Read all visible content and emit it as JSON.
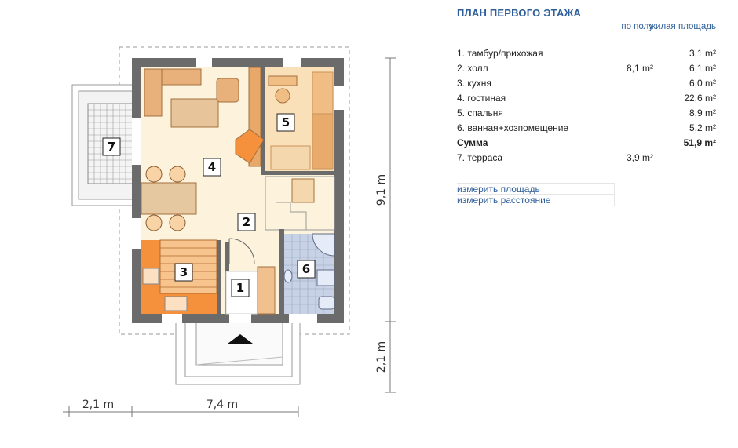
{
  "plan": {
    "dimensions": {
      "width_left": "2,1 m",
      "width_main": "7,4 m",
      "height_main": "9,1 m",
      "height_lower": "2,1 m"
    },
    "room_numbers": [
      "1",
      "2",
      "3",
      "4",
      "5",
      "6",
      "7"
    ],
    "colors": {
      "wall": "#6b6b6b",
      "light": "#fdf3dc",
      "beige": "#e8c9a0",
      "orange": "#f5903c",
      "tile": "#c8d2e6",
      "furniture": "#e4a96e",
      "entrance": "#111111"
    }
  },
  "table": {
    "title": "ПЛАН ПЕРВОГО ЭТАЖА",
    "col_floor": "по полу",
    "col_living": "жилая площадь",
    "rows": [
      {
        "name": "1. тамбур/прихожая",
        "floor": "",
        "living": "3,1 m²"
      },
      {
        "name": "2. холл",
        "floor": "8,1 m²",
        "living": "6,1 m²"
      },
      {
        "name": "3. кухня",
        "floor": "",
        "living": "6,0 m²"
      },
      {
        "name": "4. гостиная",
        "floor": "",
        "living": "22,6 m²"
      },
      {
        "name": "5. спальня",
        "floor": "",
        "living": "8,9 m²"
      },
      {
        "name": "6. ванная+хозпомещение",
        "floor": "",
        "living": "5,2 m²"
      },
      {
        "name": "Сумма",
        "floor": "",
        "living": "51,9 m²"
      },
      {
        "name": "7. терраса",
        "floor": "3,9 m²",
        "living": ""
      }
    ]
  },
  "tools": {
    "measure_area": "измерить площадь",
    "measure_distance": "измерить расстояние"
  }
}
